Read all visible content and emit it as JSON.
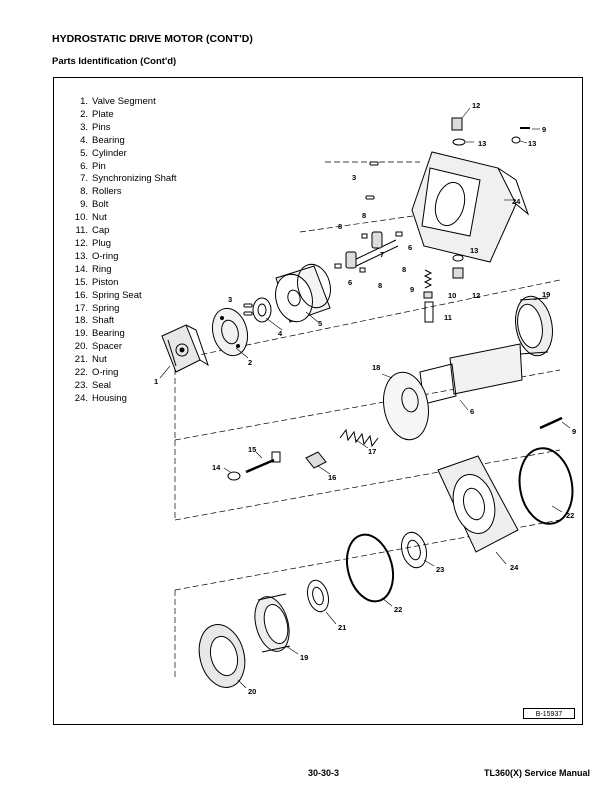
{
  "header": {
    "title": "HYDROSTATIC DRIVE MOTOR (CONT'D)",
    "subtitle": "Parts Identification (Cont'd)"
  },
  "parts": [
    {
      "num": "1.",
      "name": "Valve Segment"
    },
    {
      "num": "2.",
      "name": "Plate"
    },
    {
      "num": "3.",
      "name": "Pins"
    },
    {
      "num": "4.",
      "name": "Bearing"
    },
    {
      "num": "5.",
      "name": "Cylinder"
    },
    {
      "num": "6.",
      "name": "Pin"
    },
    {
      "num": "7.",
      "name": "Synchronizing Shaft"
    },
    {
      "num": "8.",
      "name": "Rollers"
    },
    {
      "num": "9.",
      "name": "Bolt"
    },
    {
      "num": "10.",
      "name": "Nut"
    },
    {
      "num": "11.",
      "name": "Cap"
    },
    {
      "num": "12.",
      "name": "Plug"
    },
    {
      "num": "13.",
      "name": "O-ring"
    },
    {
      "num": "14.",
      "name": "Ring"
    },
    {
      "num": "15.",
      "name": "Piston"
    },
    {
      "num": "16.",
      "name": "Spring Seat"
    },
    {
      "num": "17.",
      "name": "Spring"
    },
    {
      "num": "18.",
      "name": "Shaft"
    },
    {
      "num": "19.",
      "name": "Bearing"
    },
    {
      "num": "20.",
      "name": "Spacer"
    },
    {
      "num": "21.",
      "name": "Nut"
    },
    {
      "num": "22.",
      "name": "O-ring"
    },
    {
      "num": "23.",
      "name": "Seal"
    },
    {
      "num": "24.",
      "name": "Housing"
    }
  ],
  "callouts": {
    "c1": "1",
    "c2": "2",
    "c3a": "3",
    "c3b": "3",
    "c4": "4",
    "c5": "5",
    "c6a": "6",
    "c6b": "6",
    "c6c": "6",
    "c7": "7",
    "c8a": "8",
    "c8b": "8",
    "c8c": "8",
    "c8d": "8",
    "c9a": "9",
    "c9b": "9",
    "c9c": "9",
    "c10": "10",
    "c11": "11",
    "c12a": "12",
    "c12b": "12",
    "c13a": "13",
    "c13b": "13",
    "c13c": "13",
    "c14": "14",
    "c15": "15",
    "c16": "16",
    "c17": "17",
    "c18": "18",
    "c19a": "19",
    "c19b": "19",
    "c20": "20",
    "c21": "21",
    "c22a": "22",
    "c22b": "22",
    "c23": "23",
    "c24a": "24",
    "c24b": "24"
  },
  "figure_id": "B-15937",
  "footer": {
    "page": "30-30-3",
    "manual": "TL360(X) Service Manual"
  }
}
